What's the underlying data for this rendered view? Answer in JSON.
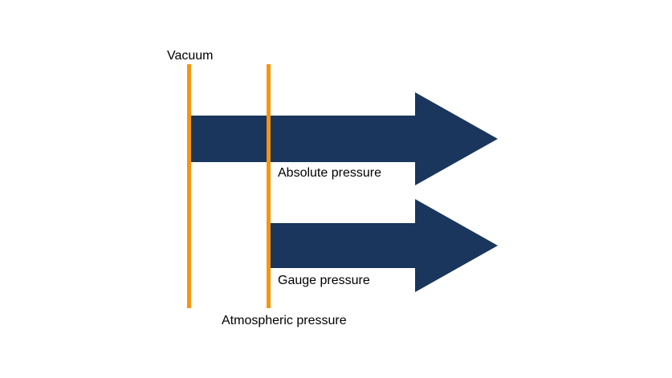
{
  "labels": {
    "vacuum": "Vacuum",
    "absolute_pressure": "Absolute pressure",
    "gauge_pressure": "Gauge pressure",
    "atmospheric_pressure": "Atmospheric pressure"
  },
  "colors": {
    "arrow": "#1a365d",
    "reference_line": "#f5960f",
    "background": "#ffffff",
    "text": "#000000"
  }
}
